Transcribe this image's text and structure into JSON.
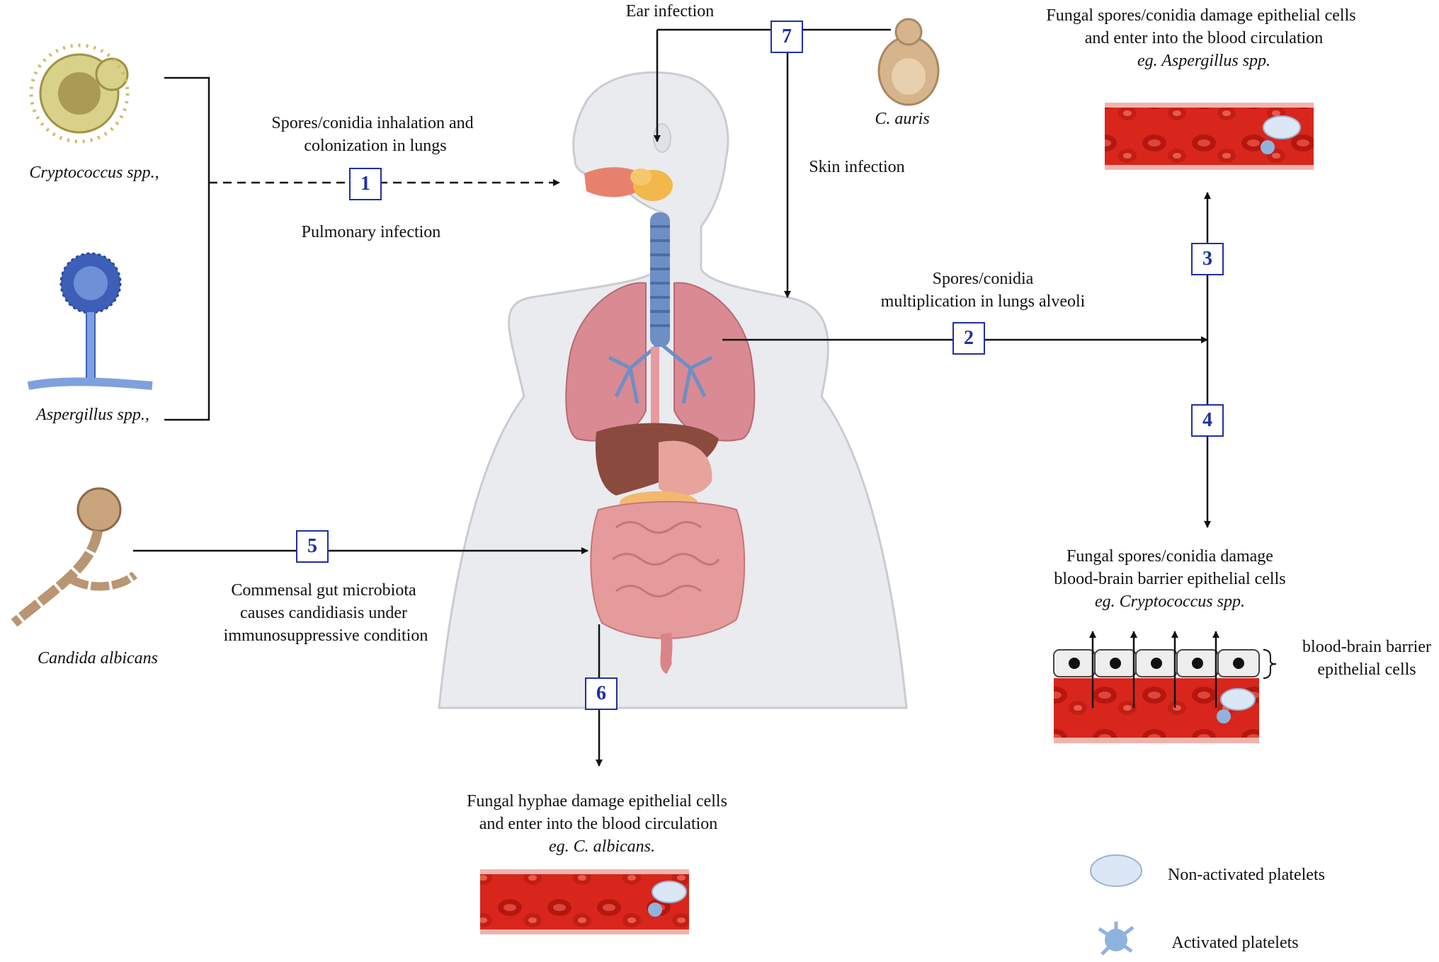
{
  "organisms": {
    "cryptococcus": "Cryptococcus spp.,",
    "aspergillus": "Aspergillus spp.,",
    "candida": "Candida albicans",
    "c_auris": "C. auris"
  },
  "steps": [
    {
      "num": "1",
      "above": "Spores/conidia inhalation and",
      "above2": "colonization in lungs",
      "below": "Pulmonary infection"
    },
    {
      "num": "2",
      "above": "Spores/conidia",
      "above2": "multiplication in lungs alveoli"
    },
    {
      "num": "3"
    },
    {
      "num": "4"
    },
    {
      "num": "5",
      "below1": "Commensal gut microbiota",
      "below2": "causes candidiasis under",
      "below3": "immunosuppressive condition"
    },
    {
      "num": "6"
    },
    {
      "num": "7",
      "left": "Ear infection",
      "down": "Skin infection"
    }
  ],
  "outcomes": {
    "top_right": {
      "line1": "Fungal spores/conidia damage epithelial cells",
      "line2": "and enter into the blood circulation",
      "line3": "eg. Aspergillus spp."
    },
    "mid_right": {
      "line1": "Fungal spores/conidia damage",
      "line2": "blood-brain barrier epithelial cells",
      "line3": "eg. Cryptococcus spp."
    },
    "bottom": {
      "line1": "Fungal hyphae damage epithelial cells",
      "line2": "and enter into the blood circulation",
      "line3": "eg. C. albicans."
    }
  },
  "bbb_label": {
    "line1": "blood-brain barrier",
    "line2": "epithelial cells"
  },
  "legend": {
    "non_activated": "Non-activated platelets",
    "activated": "Activated platelets"
  },
  "colors": {
    "step_box": "#1f2fa8",
    "vessel": "#d8261c",
    "lung": "#d98a93",
    "body": "#e9ebee"
  }
}
